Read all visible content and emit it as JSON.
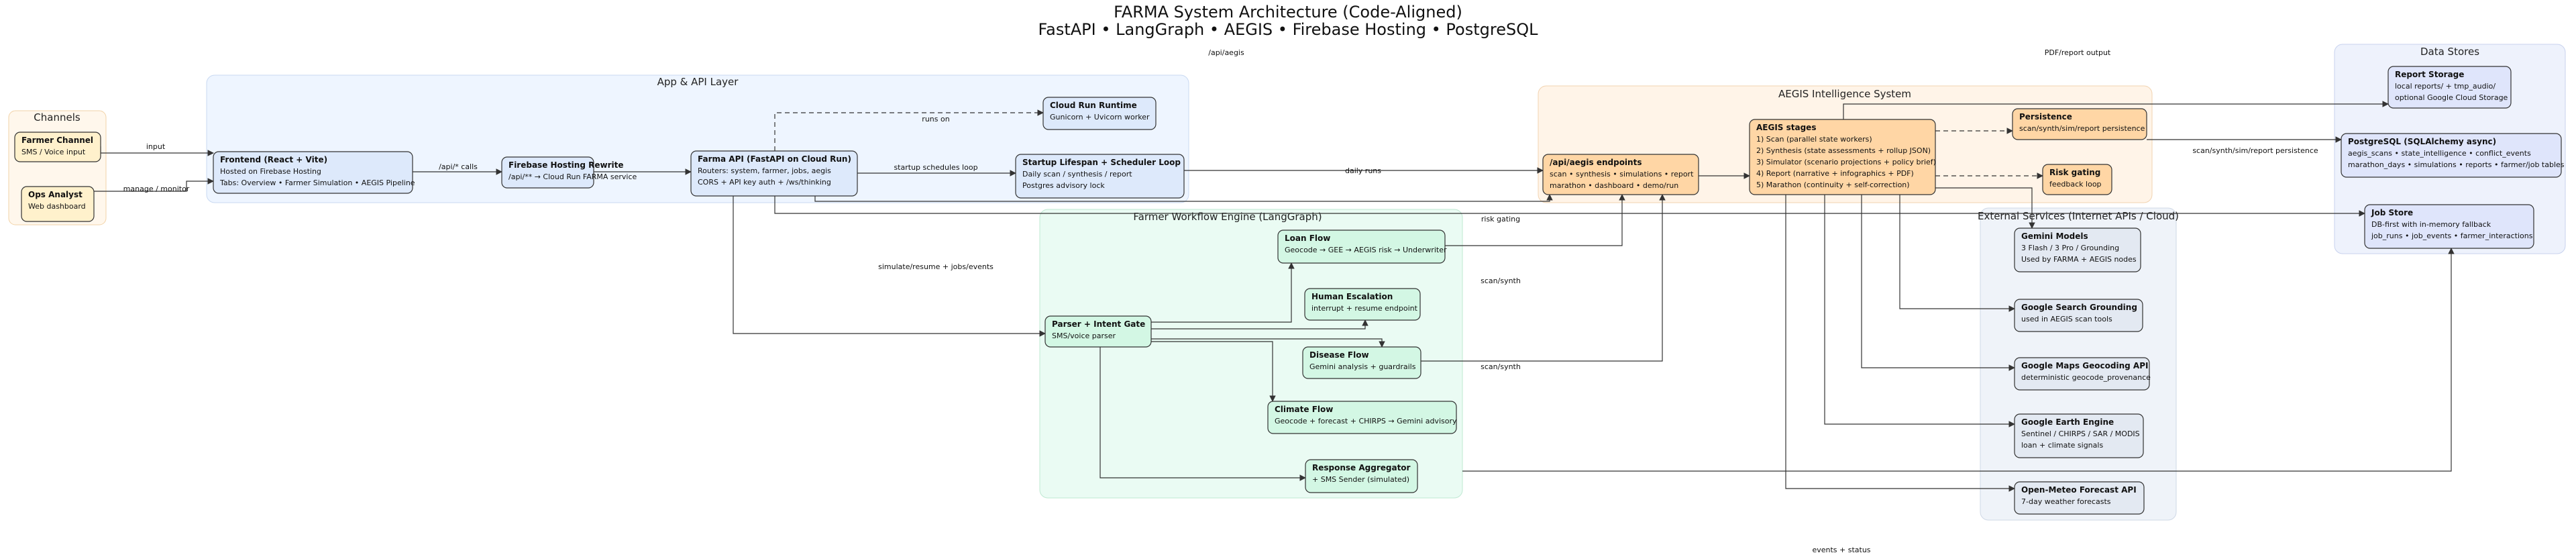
{
  "title": "FARMA System Architecture (Code-Aligned)",
  "subtitle": "FastAPI • LangGraph • AEGIS • Firebase Hosting • PostgreSQL",
  "colors": {
    "channels_bg": "#fff7ec",
    "channels_border": "#f2d3a8",
    "app_bg": "#eef5ff",
    "app_border": "#c9d9f2",
    "aegis_bg": "#fff4e8",
    "aegis_border": "#f1d3b0",
    "workflow_bg": "#eafbf3",
    "workflow_border": "#bfe8d2",
    "external_bg": "#eff3f9",
    "external_border": "#cfd8e6",
    "stores_bg": "#eef2fc",
    "stores_border": "#c8d2ee",
    "node_yellow": "#fff1cc",
    "node_blue": "#dde9fb",
    "node_orange": "#ffd6a5",
    "node_green": "#d3f7e4",
    "node_gray": "#e3e9f2",
    "node_indigo": "#dfe5fb",
    "edge": "#333333"
  },
  "groups": {
    "channels": "Channels",
    "app": "App & API Layer",
    "aegis": "AEGIS Intelligence System",
    "workflow": "Farmer Workflow Engine (LangGraph)",
    "external": "External Services (Internet APIs / Cloud)",
    "stores": "Data Stores"
  },
  "nodes": {
    "farmer_channel": {
      "title": "Farmer Channel",
      "lines": [
        "SMS / Voice input"
      ]
    },
    "ops_analyst": {
      "title": "Ops Analyst",
      "lines": [
        "Web dashboard"
      ]
    },
    "frontend": {
      "title": "Frontend (React + Vite)",
      "lines": [
        "Hosted on Firebase Hosting",
        "Tabs: Overview • Farmer Simulation • AEGIS Pipeline"
      ]
    },
    "rewrite": {
      "title": "Firebase Hosting Rewrite",
      "lines": [
        "/api/** → Cloud Run FARMA service"
      ]
    },
    "farma_api": {
      "title": "Farma API (FastAPI on Cloud Run)",
      "lines": [
        "Routers: system, farmer, jobs, aegis",
        "CORS + API key auth + /ws/thinking"
      ]
    },
    "cloud_run": {
      "title": "Cloud Run Runtime",
      "lines": [
        "Gunicorn + Uvicorn worker"
      ]
    },
    "startup": {
      "title": "Startup Lifespan + Scheduler Loop",
      "lines": [
        "Daily scan / synthesis / report",
        "Postgres advisory lock"
      ]
    },
    "aegis_endpoints": {
      "title": "/api/aegis endpoints",
      "lines": [
        "scan • synthesis • simulations • report",
        "marathon • dashboard • demo/run"
      ]
    },
    "aegis_stages": {
      "title": "AEGIS stages",
      "lines": [
        "1) Scan (parallel state workers)",
        "2) Synthesis (state assessments + rollup JSON)",
        "3) Simulator (scenario projections + policy brief)",
        "4) Report (narrative + infographics + PDF)",
        "5) Marathon (continuity + self-correction)"
      ]
    },
    "persistence": {
      "title": "Persistence",
      "lines": [
        "scan/synth/sim/report persistence"
      ]
    },
    "risk_gating": {
      "title": "Risk gating",
      "lines": [
        "feedback loop"
      ]
    },
    "report_storage": {
      "title": "Report Storage",
      "lines": [
        "local reports/ + tmp_audio/",
        "optional Google Cloud Storage"
      ]
    },
    "postgres": {
      "title": "PostgreSQL (SQLAlchemy async)",
      "lines": [
        "aegis_scans • state_intelligence • conflict_events",
        "marathon_days • simulations • reports • farmer/job tables"
      ]
    },
    "job_store": {
      "title": "Job Store",
      "lines": [
        "DB-first with in-memory fallback",
        "job_runs • job_events • farmer_interactions"
      ]
    },
    "loan_flow": {
      "title": "Loan Flow",
      "lines": [
        "Geocode → GEE → AEGIS risk → Underwriter"
      ]
    },
    "human_escalation": {
      "title": "Human Escalation",
      "lines": [
        "interrupt + resume endpoint"
      ]
    },
    "parser": {
      "title": "Parser + Intent Gate",
      "lines": [
        "SMS/voice parser"
      ]
    },
    "disease_flow": {
      "title": "Disease Flow",
      "lines": [
        "Gemini analysis + guardrails"
      ]
    },
    "climate_flow": {
      "title": "Climate Flow",
      "lines": [
        "Geocode + forecast + CHIRPS → Gemini advisory"
      ]
    },
    "response_aggregator": {
      "title": "Response Aggregator",
      "lines": [
        "+ SMS Sender (simulated)"
      ]
    },
    "gemini": {
      "title": "Gemini Models",
      "lines": [
        "3 Flash / 3 Pro / Grounding",
        "Used by FARMA + AEGIS nodes"
      ]
    },
    "google_search": {
      "title": "Google Search Grounding",
      "lines": [
        "used in AEGIS scan tools"
      ]
    },
    "google_maps": {
      "title": "Google Maps Geocoding API",
      "lines": [
        "deterministic geocode_provenance"
      ]
    },
    "google_earth": {
      "title": "Google Earth Engine",
      "lines": [
        "Sentinel / CHIRPS / SAR / MODIS",
        "loan + climate signals"
      ]
    },
    "open_meteo": {
      "title": "Open-Meteo Forecast API",
      "lines": [
        "7-day weather forecasts"
      ]
    }
  },
  "edges": {
    "input": "input",
    "manage": "manage / monitor",
    "api_calls": "/api/* calls",
    "runs_on": "runs on",
    "startup_loop": "startup schedules loop",
    "daily_runs": "daily runs",
    "api_aegis": "/api/aegis",
    "pdf_output": "PDF/report output",
    "scan_persist": "scan/synth/sim/report persistence",
    "risk_gating": "risk gating",
    "scan_synth_1": "scan/synth",
    "scan_synth_2": "scan/synth",
    "simulate": "simulate/resume + jobs/events",
    "events_status": "events + status"
  }
}
